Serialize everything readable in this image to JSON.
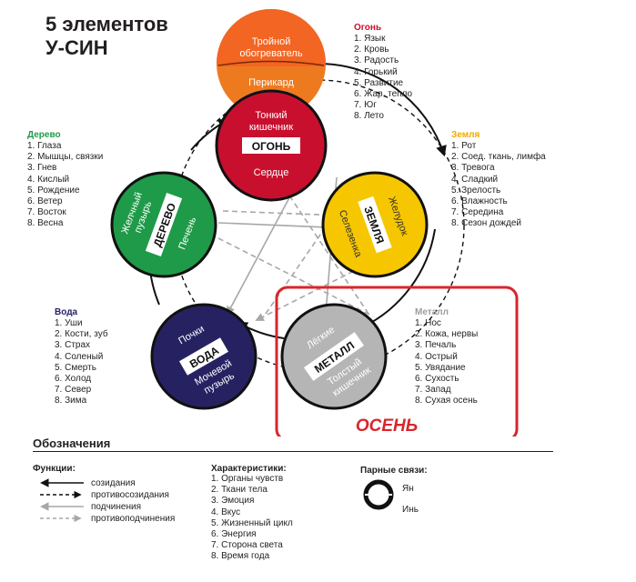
{
  "title": {
    "line1": "5 элементов",
    "line2": "У-СИН"
  },
  "elements": {
    "fire": {
      "name": "ОГОНЬ",
      "color": "#c8102e",
      "top_circle": {
        "upper": [
          "Тройной",
          "обогреватель"
        ],
        "lower": "Перикард",
        "color_upper": "#f26522",
        "color_lower": "#ee7a1f"
      },
      "yang": [
        "Тонкий",
        "кишечник"
      ],
      "yin": "Сердце",
      "list_title": "Огонь",
      "list": [
        "1. Язык",
        "2. Кровь",
        "3. Радость",
        "4. Горький",
        "5. Развитие",
        "6. Жар, тепло",
        "7. Юг",
        "8. Лето"
      ]
    },
    "earth": {
      "name": "ЗЕМЛЯ",
      "color": "#f6c700",
      "yang": "Желудок",
      "yin": "Селезенка",
      "list_title": "Земля",
      "list": [
        "1. Рот",
        "2. Соед. ткань, лимфа",
        "3. Тревога",
        "4. Сладкий",
        "5. Зрелость",
        "6. Влажность",
        "7. Середина",
        "8. Сезон дождей"
      ]
    },
    "metal": {
      "name": "МЕТАЛЛ",
      "color": "#b5b5b5",
      "yang": [
        "Толстый",
        "кишечник"
      ],
      "yin": "Лёгкие",
      "list_title": "Металл",
      "list": [
        "1. Нос",
        "2. Кожа, нервы",
        "3. Печаль",
        "4. Острый",
        "5. Увядание",
        "6. Сухость",
        "7. Запад",
        "8. Сухая осень"
      ]
    },
    "water": {
      "name": "ВОДА",
      "color": "#262262",
      "yang": [
        "Мочевой",
        "пузырь"
      ],
      "yin": "Почки",
      "list_title": "Вода",
      "list": [
        "1. Уши",
        "2. Кости, зуб",
        "3. Страх",
        "4. Соленый",
        "5. Смерть",
        "6. Холод",
        "7. Север",
        "8. Зима"
      ]
    },
    "wood": {
      "name": "ДЕРЕВО",
      "color": "#1f9a48",
      "yang": [
        "Желчный",
        "пузырь"
      ],
      "yin": "Печень",
      "list_title": "Дерево",
      "list": [
        "1. Глаза",
        "2. Мышцы, связки",
        "3. Гнев",
        "4. Кислый",
        "5. Рождение",
        "6. Ветер",
        "7. Восток",
        "8. Весна"
      ]
    }
  },
  "highlight": {
    "label": "ОСЕНЬ",
    "color": "#d7262c"
  },
  "legend": {
    "heading": "Обозначения",
    "functions_title": "Функции:",
    "functions": [
      "созидания",
      "противосозидания",
      "подчинения",
      "противоподчинения"
    ],
    "characteristics_title": "Характеристики:",
    "characteristics": [
      "1. Органы чувств",
      "2. Ткани тела",
      "3. Эмоция",
      "4. Вкус",
      "5. Жизненный цикл",
      "6. Энергия",
      "7. Сторона света",
      "8. Время года"
    ],
    "pairs_title": "Парные связи:",
    "yang_label": "Ян",
    "yin_label": "Инь"
  }
}
